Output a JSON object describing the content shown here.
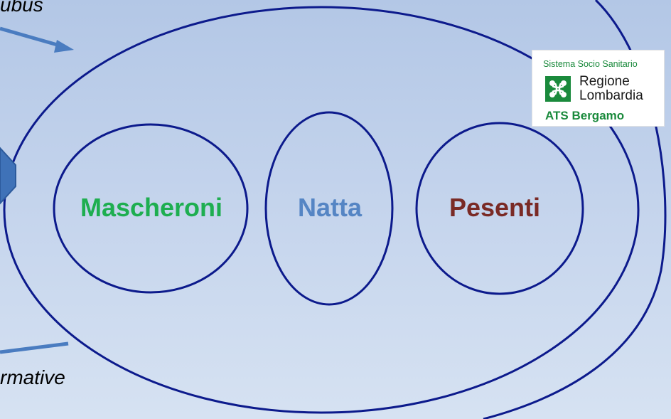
{
  "fragments": {
    "top": "ubus",
    "bottom": "rmative"
  },
  "circles": [
    {
      "name": "Mascheroni",
      "color": "#1eae50"
    },
    {
      "name": "Natta",
      "color": "#5585c4"
    },
    {
      "name": "Pesenti",
      "color": "#7a2a25"
    }
  ],
  "logo": {
    "system": "Sistema Socio Sanitario",
    "region_line1": "Regione",
    "region_line2": "Lombardia",
    "ats": "ATS Bergamo",
    "icon": "regione-lombardia-rosa-camuna-icon"
  },
  "colors": {
    "outline": "#0c1a8c",
    "arrow": "#4a7cc0",
    "logo_green": "#1a8a3c"
  }
}
